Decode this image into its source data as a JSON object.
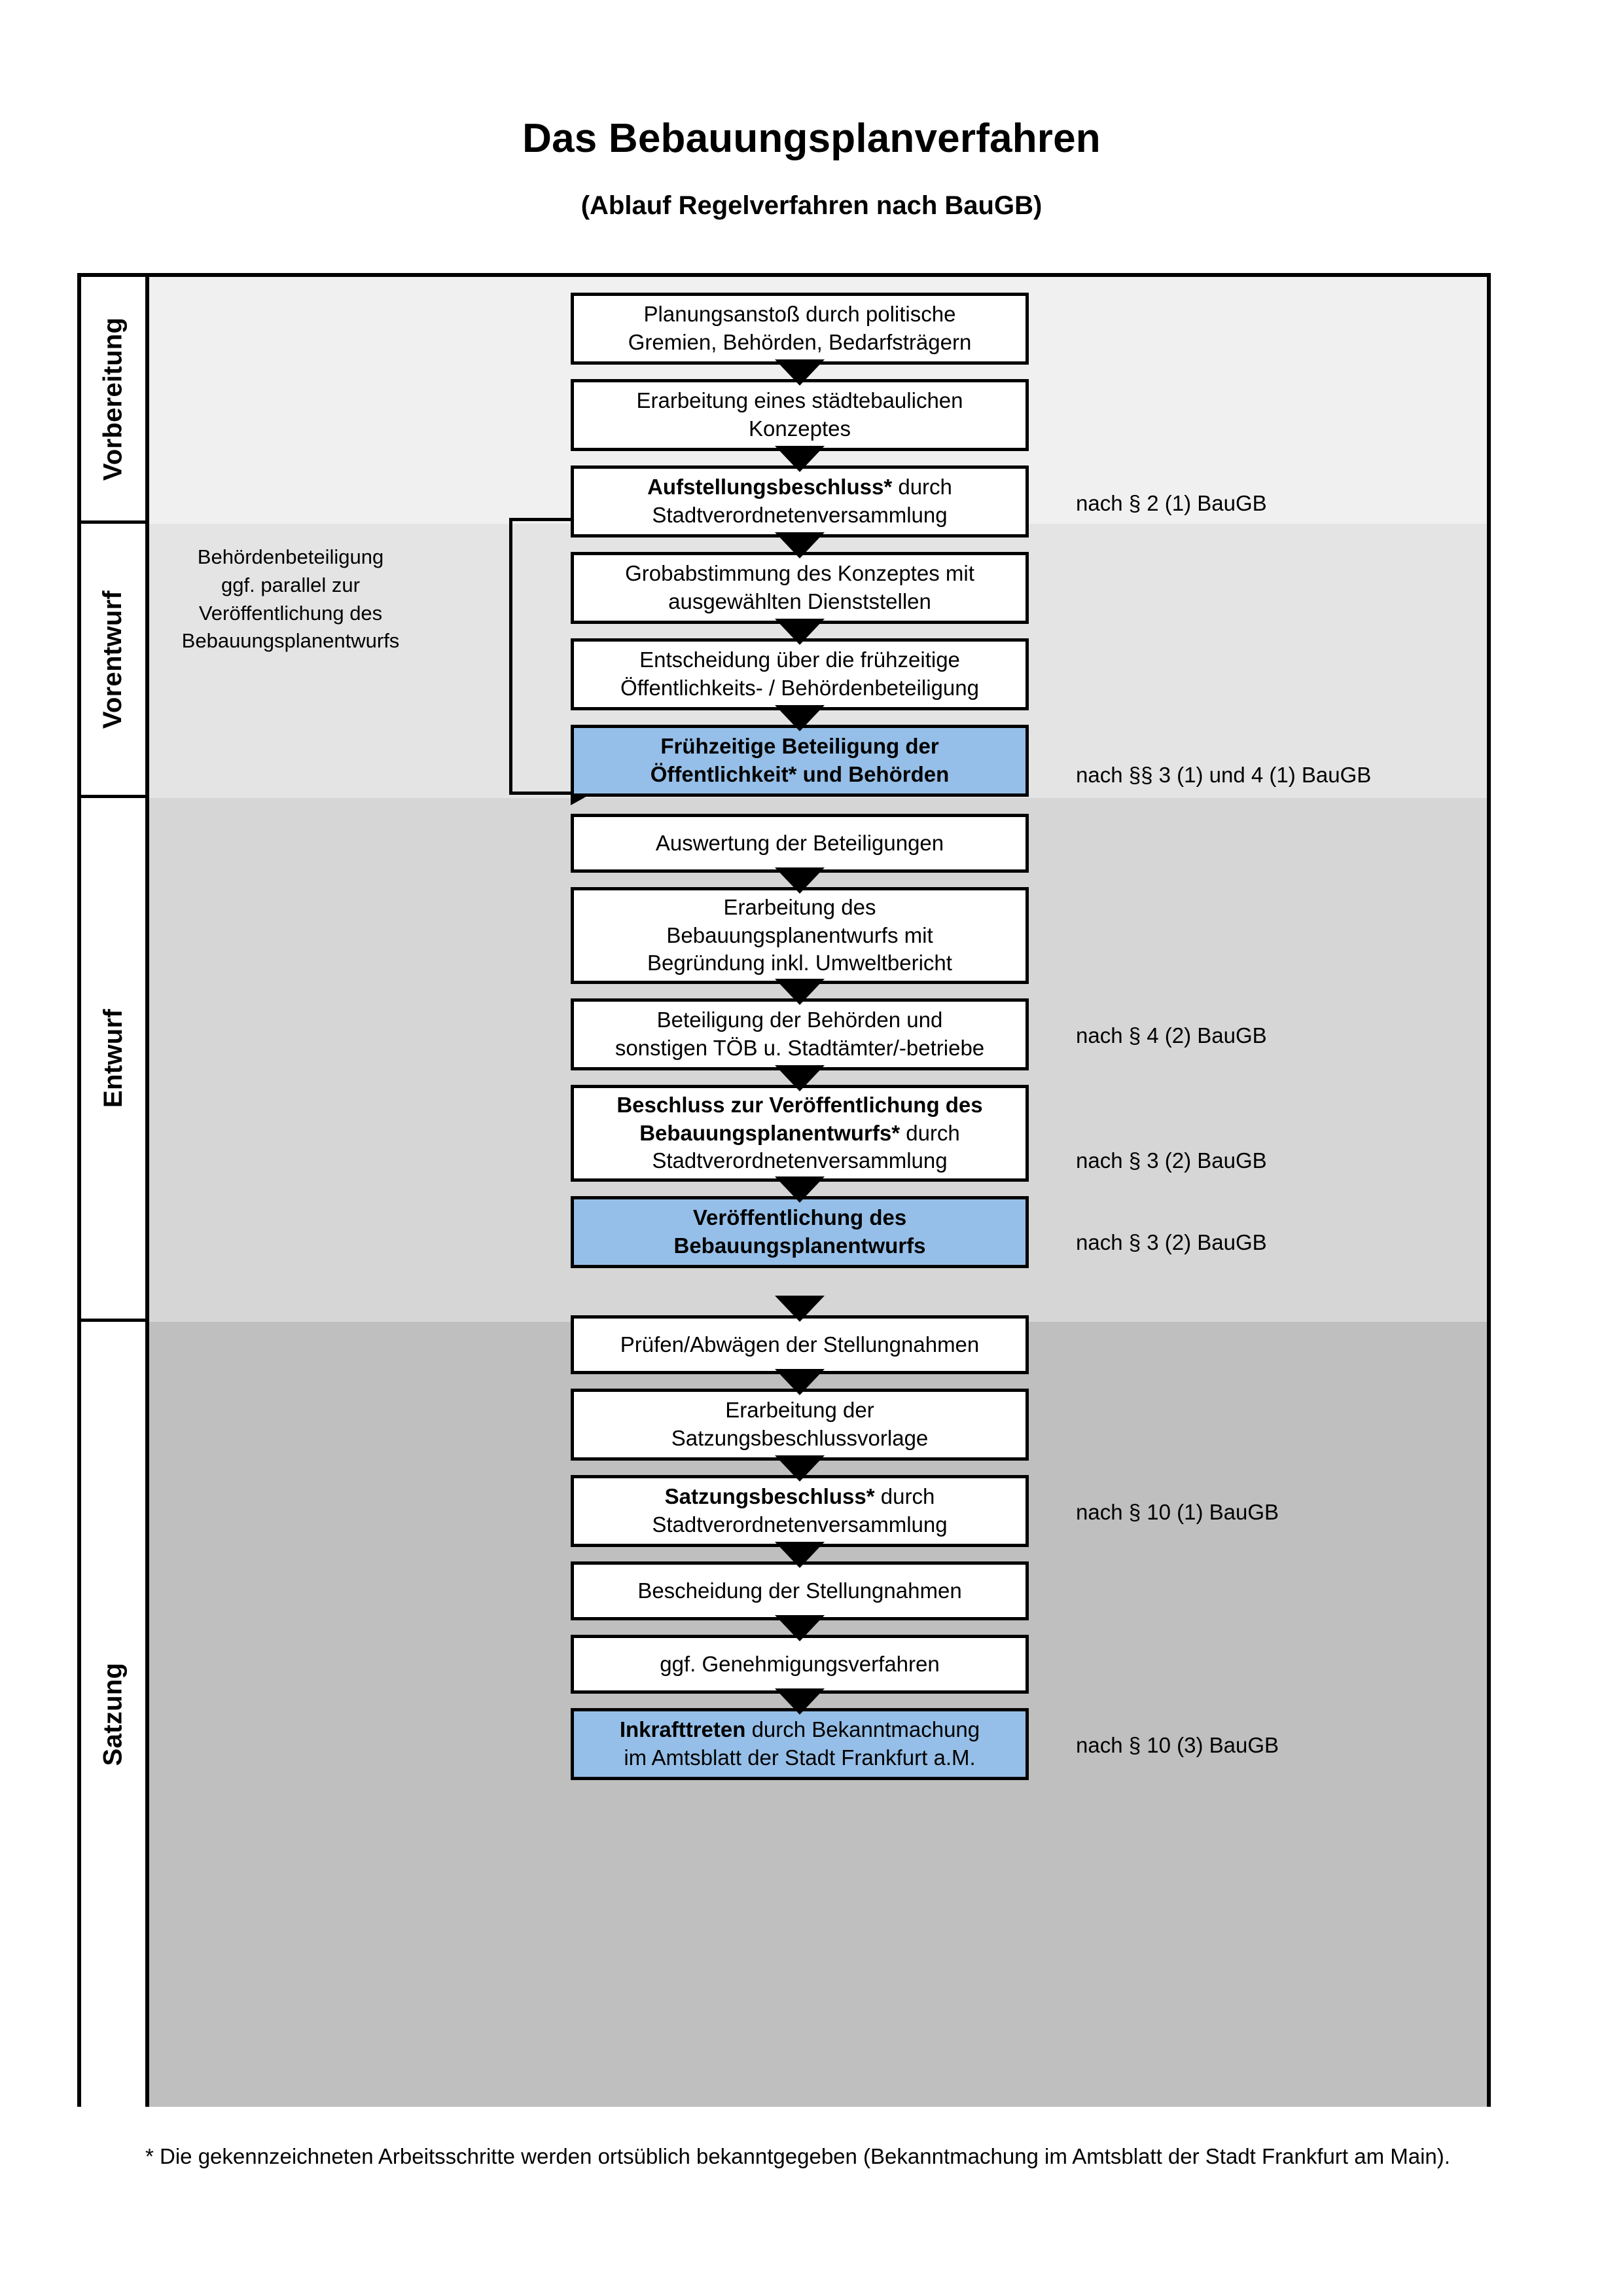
{
  "document": {
    "title": "Das Bebauungsplanverfahren",
    "subtitle": "(Ablauf Regelverfahren nach BauGB)",
    "footnote": "* Die gekennzeichneten Arbeitsschritte werden ortsüblich bekanntgegeben (Bekanntmachung im Amtsblatt  der Stadt Frankfurt am Main)."
  },
  "colors": {
    "band_vorbereitung": "#f0f0f0",
    "band_vorentwurf": "#e4e4e4",
    "band_entwurf": "#d6d6d6",
    "band_satzung": "#bfbfbf",
    "highlight_blue": "#95bfe8",
    "box_border": "#000000",
    "box_fill": "#ffffff"
  },
  "phases": [
    {
      "id": "vorbereitung",
      "label": "Vorbereitung"
    },
    {
      "id": "vorentwurf",
      "label": "Vorentwurf"
    },
    {
      "id": "entwurf",
      "label": "Entwurf"
    },
    {
      "id": "satzung",
      "label": "Satzung"
    }
  ],
  "steps": [
    {
      "id": "planungsanstoss",
      "phase": "vorbereitung",
      "highlight": false,
      "lines": [
        {
          "text": "Planungsanstoß durch politische",
          "bold": false
        },
        {
          "text": "Gremien, Behörden, Bedarfsträgern",
          "bold": false
        }
      ]
    },
    {
      "id": "staedtebauliches-konzept",
      "phase": "vorbereitung",
      "highlight": false,
      "lines": [
        {
          "text": "Erarbeitung eines städtebaulichen",
          "bold": false
        },
        {
          "text": "Konzeptes",
          "bold": false
        }
      ]
    },
    {
      "id": "aufstellungsbeschluss",
      "phase": "vorbereitung",
      "highlight": false,
      "lines": [
        {
          "text": "Aufstellungsbeschluss*",
          "bold": true,
          "suffix": " durch"
        },
        {
          "text": "Stadtverordnetenversammlung",
          "bold": false
        }
      ]
    },
    {
      "id": "grobabstimmung",
      "phase": "vorentwurf",
      "highlight": false,
      "lines": [
        {
          "text": "Grobabstimmung des Konzeptes mit",
          "bold": false
        },
        {
          "text": "ausgewählten Dienststellen",
          "bold": false
        }
      ]
    },
    {
      "id": "entscheidung-fruehzeitige-beteiligung",
      "phase": "vorentwurf",
      "highlight": false,
      "lines": [
        {
          "text": "Entscheidung über die frühzeitige",
          "bold": false
        },
        {
          "text": "Öffentlichkeits- / Behördenbeteiligung",
          "bold": false
        }
      ]
    },
    {
      "id": "fruehzeitige-beteiligung",
      "phase": "vorentwurf",
      "highlight": true,
      "lines": [
        {
          "text": "Frühzeitige Beteiligung der",
          "bold": true
        },
        {
          "text": "Öffentlichkeit* und Behörden",
          "bold": true
        }
      ]
    },
    {
      "id": "auswertung-beteiligungen",
      "phase": "entwurf",
      "highlight": false,
      "lines": [
        {
          "text": "Auswertung der Beteiligungen",
          "bold": false
        }
      ]
    },
    {
      "id": "erarbeitung-bplanentwurf",
      "phase": "entwurf",
      "highlight": false,
      "lines": [
        {
          "text": "Erarbeitung des",
          "bold": false
        },
        {
          "text": "Bebauungsplanentwurfs mit",
          "bold": false
        },
        {
          "text": "Begründung inkl. Umweltbericht",
          "bold": false
        }
      ]
    },
    {
      "id": "beteiligung-behoerden-toeb",
      "phase": "entwurf",
      "highlight": false,
      "lines": [
        {
          "text": "Beteiligung der Behörden und",
          "bold": false
        },
        {
          "text": "sonstigen TÖB u. Stadtämter/-betriebe",
          "bold": false
        }
      ]
    },
    {
      "id": "beschluss-veroeffentlichung",
      "phase": "entwurf",
      "highlight": false,
      "lines": [
        {
          "text": "Beschluss zur Veröffentlichung des",
          "bold": true
        },
        {
          "text": "Bebauungsplanentwurfs*",
          "bold": true,
          "suffix": " durch"
        },
        {
          "text": "Stadtverordnetenversammlung",
          "bold": false
        }
      ]
    },
    {
      "id": "veroeffentlichung-bplanentwurf",
      "phase": "entwurf",
      "highlight": true,
      "lines": [
        {
          "text": "Veröffentlichung des",
          "bold": true
        },
        {
          "text": "Bebauungsplanentwurfs",
          "bold": true
        }
      ]
    },
    {
      "id": "pruefen-abwaegen",
      "phase": "satzung",
      "highlight": false,
      "lines": [
        {
          "text": "Prüfen/Abwägen der Stellungnahmen",
          "bold": false
        }
      ]
    },
    {
      "id": "erarbeitung-satzungsbeschlussvorlage",
      "phase": "satzung",
      "highlight": false,
      "lines": [
        {
          "text": "Erarbeitung der",
          "bold": false
        },
        {
          "text": "Satzungsbeschlussvorlage",
          "bold": false
        }
      ]
    },
    {
      "id": "satzungsbeschluss",
      "phase": "satzung",
      "highlight": false,
      "lines": [
        {
          "text": "Satzungsbeschluss*",
          "bold": true,
          "suffix": " durch"
        },
        {
          "text": "Stadtverordnetenversammlung",
          "bold": false
        }
      ]
    },
    {
      "id": "bescheidung-stellungnahmen",
      "phase": "satzung",
      "highlight": false,
      "lines": [
        {
          "text": "Bescheidung der Stellungnahmen",
          "bold": false
        }
      ]
    },
    {
      "id": "genehmigungsverfahren",
      "phase": "satzung",
      "highlight": false,
      "lines": [
        {
          "text": "ggf. Genehmigungsverfahren",
          "bold": false
        }
      ]
    },
    {
      "id": "inkrafttreten",
      "phase": "satzung",
      "highlight": true,
      "lines": [
        {
          "text": "Inkrafttreten",
          "bold": true,
          "suffix": " durch Bekanntmachung"
        },
        {
          "text": "im Amtsblatt der Stadt Frankfurt a.M.",
          "bold": false
        }
      ]
    }
  ],
  "side_note": {
    "id": "behoerdenbeteiligung-note",
    "lines": [
      "Behördenbeteiligung",
      "ggf. parallel zur",
      "Veröffentlichung des",
      "Bebauungsplanentwurfs"
    ]
  },
  "references": [
    {
      "id": "ref-aufstellungsbeschluss",
      "text": "nach § 2 (1) BauGB"
    },
    {
      "id": "ref-fruehzeitige-beteiligung",
      "text": "nach §§ 3 (1) und 4 (1) BauGB"
    },
    {
      "id": "ref-beteiligung-toeb",
      "text": "nach § 4 (2) BauGB"
    },
    {
      "id": "ref-beschluss-veroeffentlichung",
      "text": "nach § 3 (2) BauGB"
    },
    {
      "id": "ref-veroeffentlichung",
      "text": "nach § 3 (2) BauGB"
    },
    {
      "id": "ref-satzungsbeschluss",
      "text": "nach § 10 (1) BauGB"
    },
    {
      "id": "ref-inkrafttreten",
      "text": "nach § 10 (3) BauGB"
    }
  ]
}
